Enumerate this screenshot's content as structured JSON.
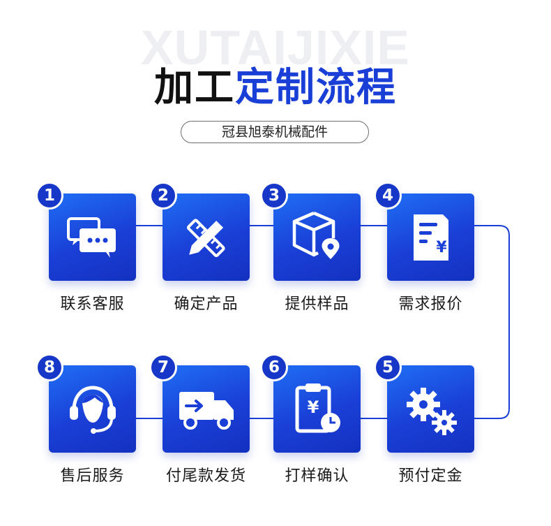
{
  "watermark": "XUTAIJIXIE",
  "title": {
    "main": "加工",
    "accent": "定制流程"
  },
  "subtitle": "冠县旭泰机械配件",
  "colors": {
    "primary": "#1a3fd6",
    "card_top": "#1f6ef5",
    "text": "#1a1a1a"
  },
  "steps": [
    {
      "number": "1",
      "label": "联系客服",
      "icon": "chat-bubbles-icon"
    },
    {
      "number": "2",
      "label": "确定产品",
      "icon": "pencil-ruler-icon"
    },
    {
      "number": "3",
      "label": "提供样品",
      "icon": "box-location-icon"
    },
    {
      "number": "4",
      "label": "需求报价",
      "icon": "price-document-icon"
    },
    {
      "number": "5",
      "label": "预付定金",
      "icon": "gears-icon"
    },
    {
      "number": "6",
      "label": "打样确认",
      "icon": "clipboard-clock-icon"
    },
    {
      "number": "7",
      "label": "付尾款发货",
      "icon": "delivery-truck-icon"
    },
    {
      "number": "8",
      "label": "售后服务",
      "icon": "headset-support-icon"
    }
  ],
  "icon_glyph": {
    "price": "¥"
  }
}
